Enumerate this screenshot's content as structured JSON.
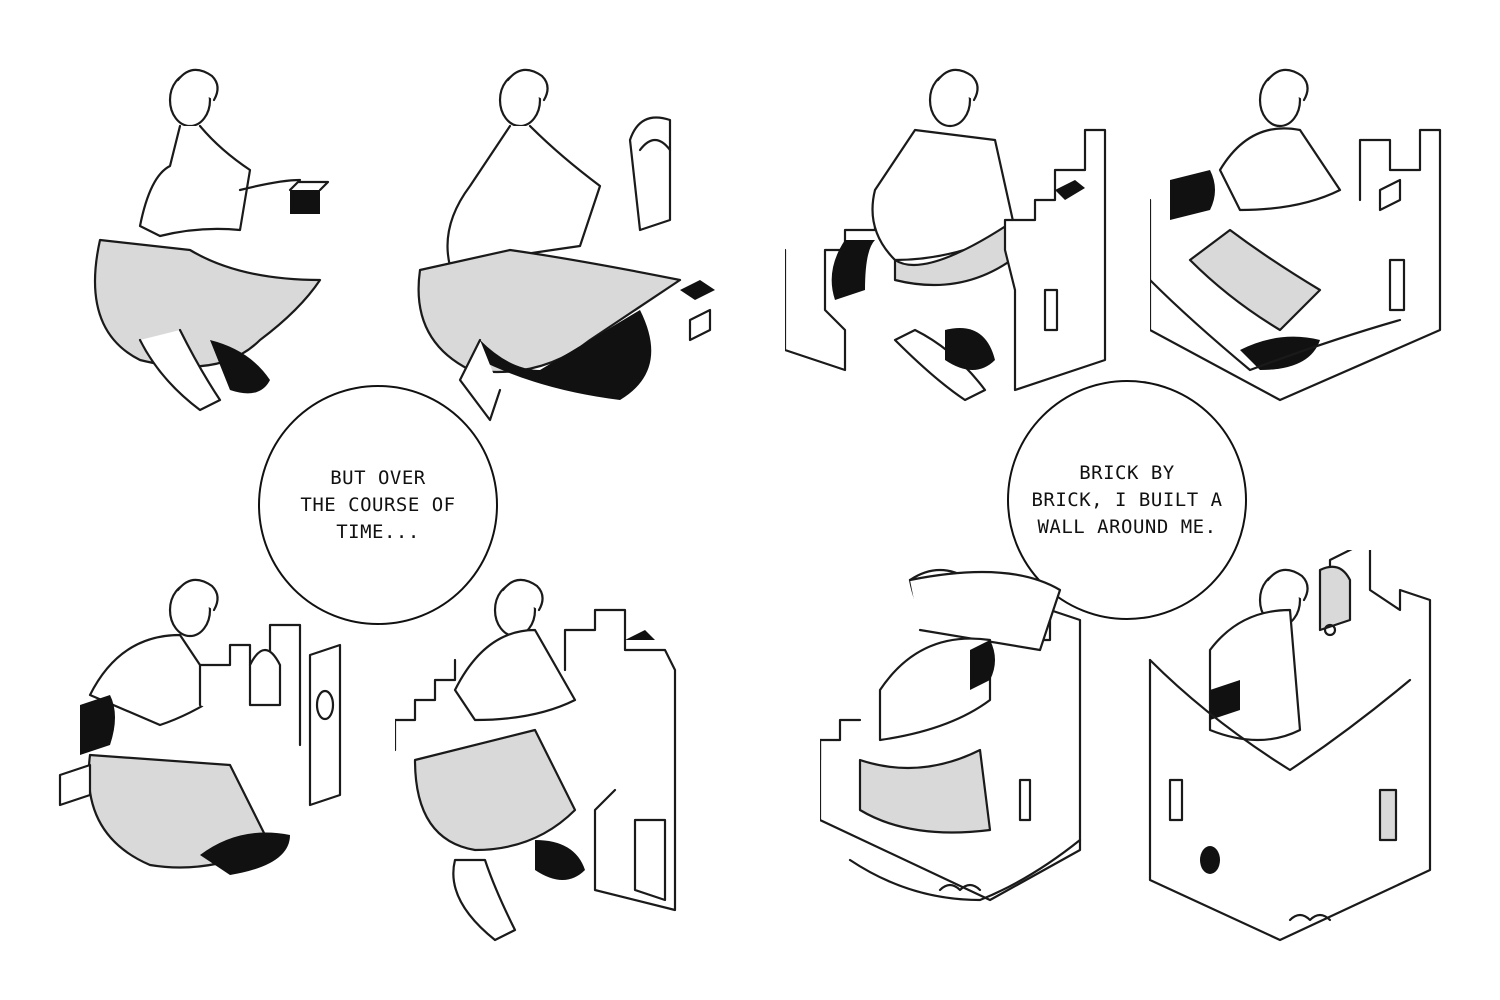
{
  "spread": {
    "left_page": {
      "caption": {
        "lines": [
          "BUT OVER",
          "THE COURSE OF",
          "TIME..."
        ]
      },
      "panels": [
        {
          "id": "p1",
          "icon": "figure-placing-brick-icon"
        },
        {
          "id": "p2",
          "icon": "figure-building-arch-icon"
        },
        {
          "id": "p3",
          "icon": "figure-kneeling-beside-wall-icon"
        },
        {
          "id": "p4",
          "icon": "figure-stacking-wall-icon"
        }
      ]
    },
    "right_page": {
      "caption": {
        "lines": [
          "BRICK BY",
          "BRICK, I BUILT A",
          "WALL AROUND ME."
        ]
      },
      "panels": [
        {
          "id": "p5",
          "icon": "figure-inside-low-wall-icon"
        },
        {
          "id": "p6",
          "icon": "figure-inside-rising-wall-icon"
        },
        {
          "id": "p7",
          "icon": "figure-covering-face-in-wall-icon"
        },
        {
          "id": "p8",
          "icon": "figure-enclosed-in-tower-icon"
        }
      ]
    }
  },
  "colors": {
    "ink": "#111111",
    "shade": "#d9d9d9",
    "paper": "#ffffff"
  }
}
